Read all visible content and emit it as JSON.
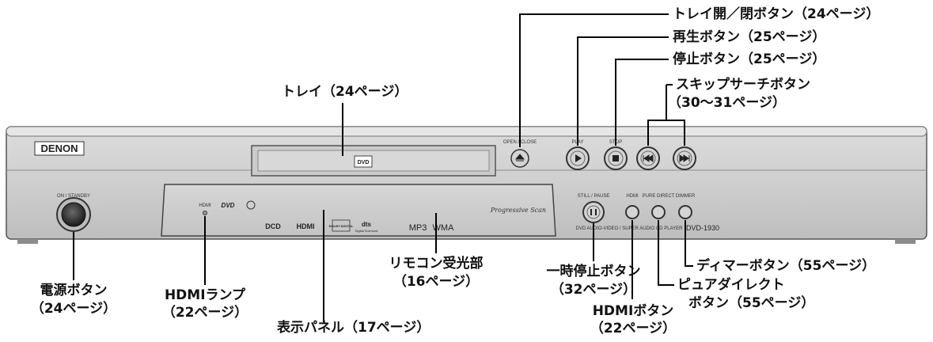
{
  "callouts": {
    "open_close": "トレイ開／閉ボタン（24ページ）",
    "play": "再生ボタン（25ページ）",
    "stop": "停止ボタン（25ページ）",
    "skip_1": "スキップサーチボタン",
    "skip_2": "（30〜31ページ）",
    "tray": "トレイ（24ページ）",
    "dimmer": "ディマーボタン（55ページ）",
    "pure_1": "ピュアダイレクト",
    "pure_2": "ボタン（55ページ）",
    "pause_1": "一時停止ボタン",
    "pause_2": "（32ページ）",
    "hdmi_btn_1": "HDMIボタン",
    "hdmi_btn_2": "（22ページ）",
    "remote_1": "リモコン受光部",
    "remote_2": "（16ページ）",
    "display": "表示パネル（17ページ）",
    "hdmi_lamp_1": "HDMIランプ",
    "hdmi_lamp_2": "（22ページ）",
    "power_1": "電源ボタン",
    "power_2": "（24ページ）"
  },
  "device": {
    "brand": "DENON",
    "on_standby": "ON / STANDBY",
    "open_close": "OPEN / CLOSE",
    "play": "PLAY",
    "stop": "STOP",
    "still_pause": "STILL / PAUSE",
    "hdmi": "HDMI",
    "pure_direct": "PURE DIRECT",
    "dimmer": "DIMMER",
    "lamp": "HDMI",
    "progressive": "Progressive Scan",
    "bottom_line": "DVD AUDIO-VIDEO / SUPER AUDIO CD PLAYER",
    "model": "DVD-1930",
    "dvd_logo": "DVD",
    "logo_hdmi": "HDMI",
    "logo_dcd": "DCD",
    "logo_dolby": "DOLBY DIGITAL",
    "logo_dts": "dts",
    "logo_dts_sub": "Digital Surround",
    "logo_mp3": "MP3",
    "logo_wma": "WMA"
  }
}
